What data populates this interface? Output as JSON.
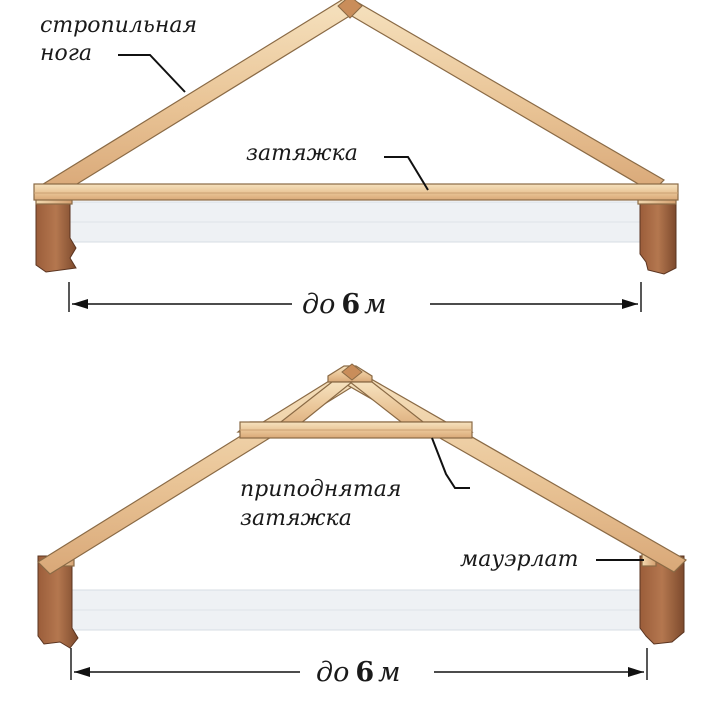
{
  "diagram_top": {
    "label_rafter_line1": "стропильная",
    "label_rafter_line2": "нога",
    "label_tie": "затяжка",
    "span_text": "до",
    "span_number": "6",
    "span_unit": "м"
  },
  "diagram_bottom": {
    "label_raised_tie_line1": "приподнятая",
    "label_raised_tie_line2": "затяжка",
    "label_wall_plate": "мауэрлат",
    "span_text": "до",
    "span_number": "6",
    "span_unit": "м"
  },
  "colors": {
    "wood_light": "#f3d9b0",
    "wood_dark": "#d9a878",
    "brick_light": "#b4774f",
    "brick_dark": "#7d4a2d",
    "ceiling": "#eef1f4"
  }
}
